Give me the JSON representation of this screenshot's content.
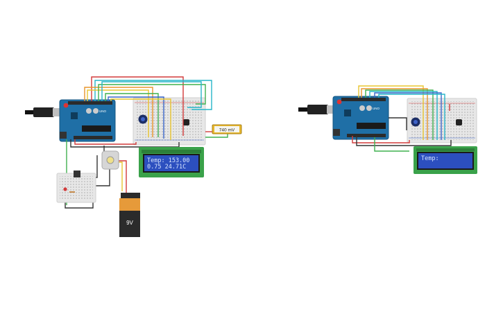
{
  "circuits": [
    {
      "arduino": {
        "model": "UNO"
      },
      "lcd": {
        "line1": "Temp:  153.00",
        "line2": "0.75   24.71C"
      },
      "multimeter": {
        "reading": "740 mV"
      },
      "battery": {
        "label": "9V"
      }
    },
    {
      "arduino": {
        "model": "UNO"
      },
      "lcd": {
        "line1": "Temp:",
        "line2": ""
      }
    }
  ],
  "colors": {
    "arduino_blue": "#1f6fa6",
    "lcd_green": "#3aa24a",
    "lcd_screen": "#2c4fbf",
    "breadboard": "#e7e7e7",
    "battery_orange": "#e69a3a",
    "battery_black": "#2b2b2b",
    "wire_red": "#d23a3a",
    "wire_yellow": "#e8c530",
    "wire_cyan": "#27b5c9",
    "wire_green": "#3fb04f",
    "wire_blue": "#3a66c9",
    "wire_orange": "#e8952b",
    "wire_black": "#333333"
  }
}
